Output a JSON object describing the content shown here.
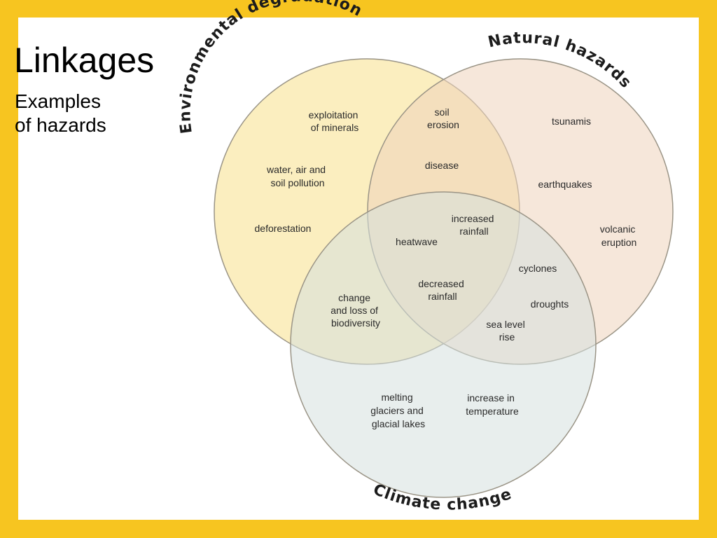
{
  "slide": {
    "title": "Linkages",
    "subtitle_lines": [
      "Examples",
      "of hazards"
    ]
  },
  "colors": {
    "frame": "#f7c520",
    "environmental_degradation": "#f7e08a",
    "natural_hazards": "#efd3bb",
    "climate_change": "#d5e0df"
  },
  "circles": {
    "environmental_degradation": "Environmental degradation",
    "natural_hazards": "Natural hazards",
    "climate_change": "Climate change"
  },
  "items": {
    "exploitation_of_minerals": [
      "exploitation",
      "of minerals"
    ],
    "water_air_soil_pollution": [
      "water, air and",
      "soil pollution"
    ],
    "deforestation": [
      "deforestation"
    ],
    "soil_erosion": [
      "soil",
      "erosion"
    ],
    "disease": [
      "disease"
    ],
    "tsunamis": [
      "tsunamis"
    ],
    "earthquakes": [
      "earthquakes"
    ],
    "volcanic_eruption": [
      "volcanic",
      "eruption"
    ],
    "increased_rainfall": [
      "increased",
      "rainfall"
    ],
    "heatwave": [
      "heatwave"
    ],
    "decreased_rainfall": [
      "decreased",
      "rainfall"
    ],
    "cyclones": [
      "cyclones"
    ],
    "droughts": [
      "droughts"
    ],
    "sea_level_rise": [
      "sea level",
      "rise"
    ],
    "change_loss_biodiversity": [
      "change",
      "and loss of",
      "biodiversity"
    ],
    "melting_glaciers": [
      "melting",
      "glaciers and",
      "glacial lakes"
    ],
    "increase_in_temperature": [
      "increase in",
      "temperature"
    ]
  }
}
